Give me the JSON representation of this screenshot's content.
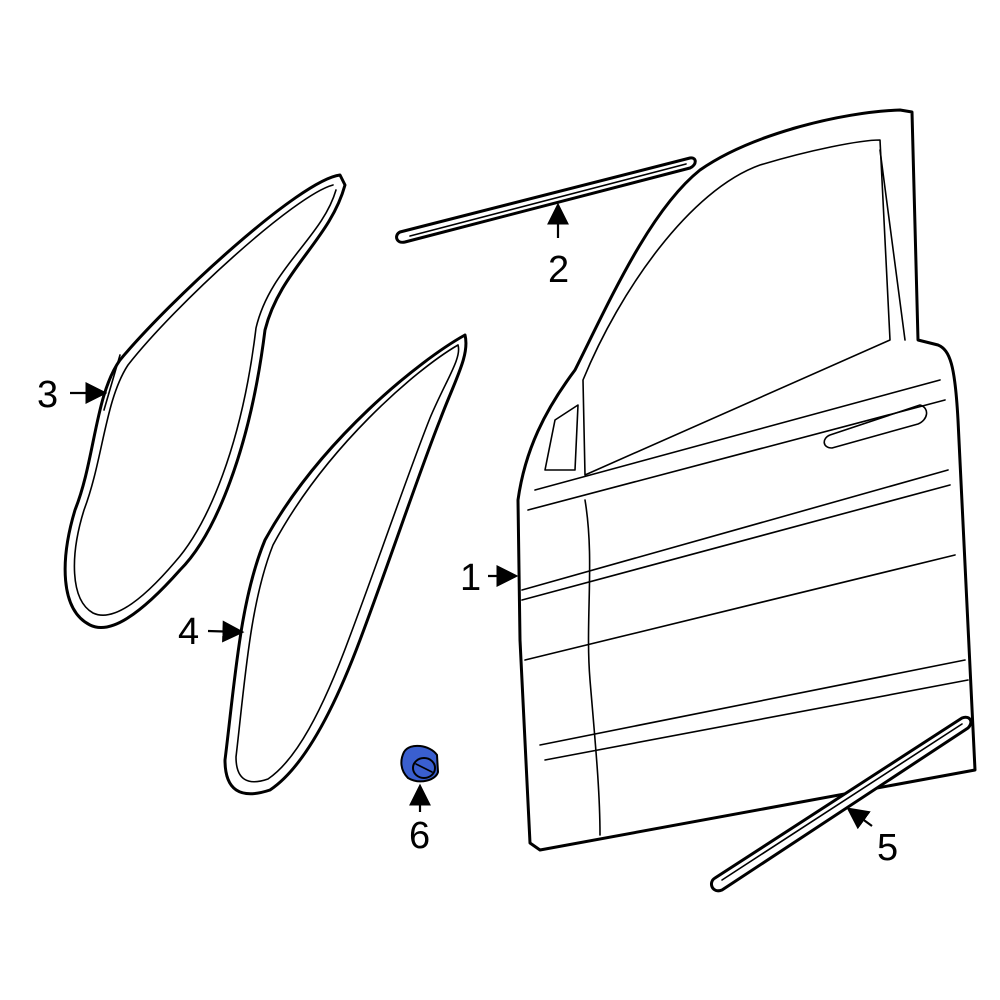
{
  "diagram": {
    "callouts": [
      {
        "label": "1",
        "part": "front-door-shell"
      },
      {
        "label": "2",
        "part": "belt-weatherstrip"
      },
      {
        "label": "3",
        "part": "body-side-weatherstrip"
      },
      {
        "label": "4",
        "part": "door-weatherstrip"
      },
      {
        "label": "5",
        "part": "lower-seal"
      },
      {
        "label": "6",
        "part": "bumper"
      }
    ],
    "highlight_color": "#3a5fcf"
  }
}
